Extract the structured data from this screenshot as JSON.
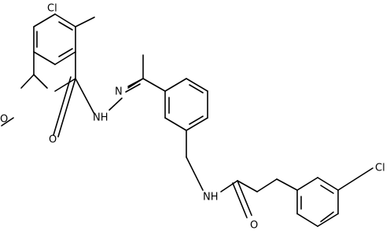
{
  "molecule": {
    "atoms": {
      "cl_top": "Cl",
      "cl_right": "Cl",
      "o_methoxy": "O",
      "o_amide1": "O",
      "nh_hydrazide": "NH",
      "n_imine": "N",
      "nh_amide": "NH",
      "o_amide2": "O"
    }
  }
}
